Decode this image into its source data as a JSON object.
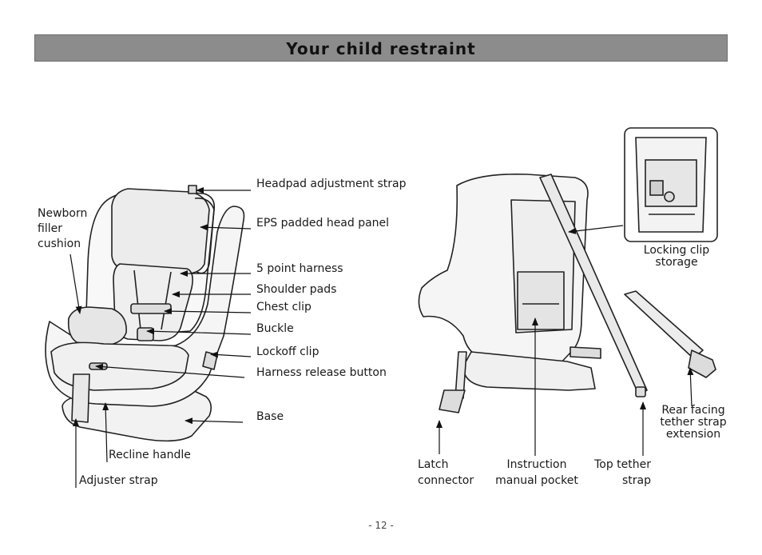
{
  "header": {
    "title": "Your child restraint"
  },
  "left_labels": {
    "headpad_adjustment_strap": "Headpad adjustment strap",
    "eps_padded_head_panel": "EPS padded head panel",
    "five_point_harness": "5 point harness",
    "shoulder_pads": "Shoulder pads",
    "chest_clip": "Chest clip",
    "buckle": "Buckle",
    "lockoff_clip": "Lockoff clip",
    "harness_release_button": "Harness release button",
    "base": "Base",
    "newborn_filler_cushion_l1": "Newborn",
    "newborn_filler_cushion_l2": "filler",
    "newborn_filler_cushion_l3": "cushion",
    "recline_handle": "Recline handle",
    "adjuster_strap": "Adjuster strap"
  },
  "right_labels": {
    "locking_clip_storage_l1": "Locking clip",
    "locking_clip_storage_l2": "storage",
    "rear_facing_l1": "Rear facing",
    "rear_facing_l2": "tether strap",
    "rear_facing_l3": "extension",
    "latch_l1": "Latch",
    "latch_l2": "connector",
    "instruction_l1": "Instruction",
    "instruction_l2": "manual pocket",
    "top_tether_l1": "Top tether",
    "top_tether_l2": "strap"
  },
  "footer": {
    "page_number": "- 12 -"
  }
}
